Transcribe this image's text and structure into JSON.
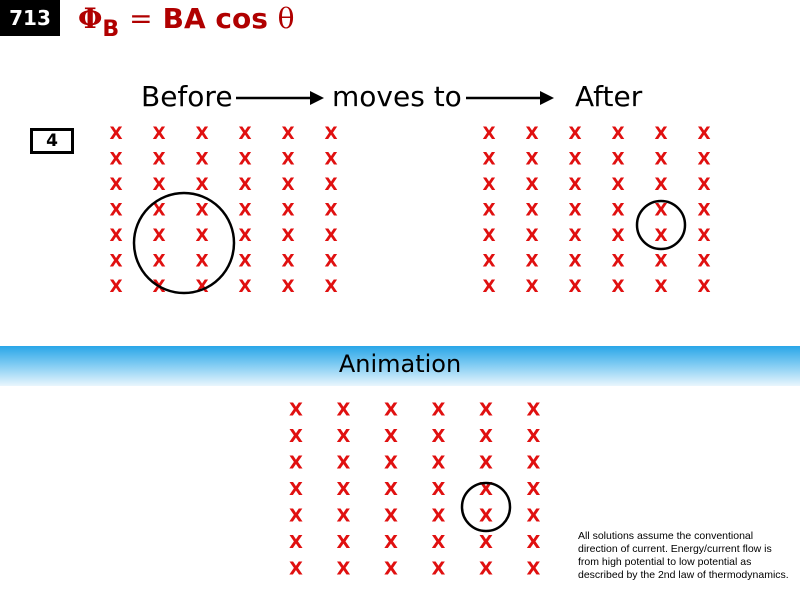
{
  "slide": {
    "number": "713"
  },
  "formula": {
    "phi": "Φ",
    "sub": "B",
    "eq": "=",
    "ba": "BA cos",
    "theta": "θ"
  },
  "headings": {
    "before": "Before",
    "moves_to": "moves to",
    "after": "After"
  },
  "problem_number": "4",
  "field_symbol": "X",
  "animation": {
    "label": "Animation"
  },
  "note": "All solutions assume the conventional direction of current. Energy/current flow is from high potential to low potential as described by the 2nd law of thermodynamics.",
  "colors": {
    "field": "#e01010",
    "formula": "#b00000",
    "banner": "#29a6e8"
  },
  "diagrams": {
    "before": {
      "rows": 7,
      "cols": 6,
      "loop": "large"
    },
    "after": {
      "rows": 7,
      "cols": 6,
      "loop": "small"
    },
    "animation": {
      "rows": 7,
      "cols": 6,
      "loop": "small"
    }
  }
}
